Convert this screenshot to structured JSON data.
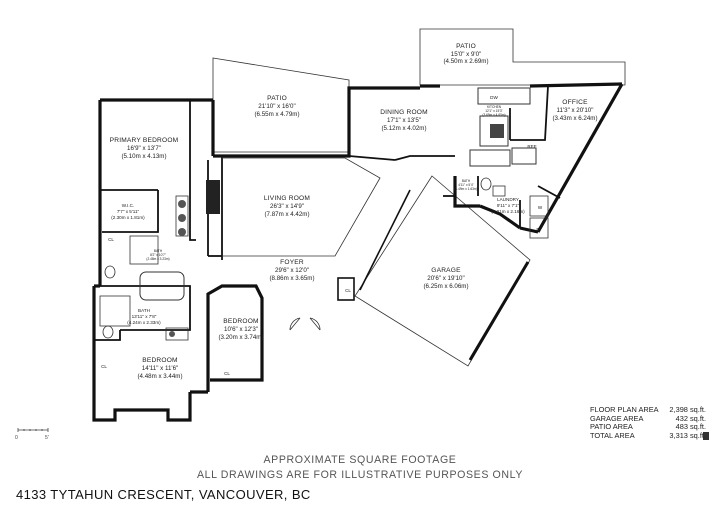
{
  "rooms": {
    "patio_top": {
      "name": "PATIO",
      "dims": "15'0\" x 9'0\"",
      "metric": "(4.50m x 2.69m)"
    },
    "patio_mid": {
      "name": "PATIO",
      "dims": "21'10\" x 16'0\"",
      "metric": "(6.55m x 4.79m)"
    },
    "dining": {
      "name": "DINING ROOM",
      "dims": "17'1\" x 13'5\"",
      "metric": "(5.12m x 4.02m)"
    },
    "office": {
      "name": "OFFICE",
      "dims": "11'3\" x 20'10\"",
      "metric": "(3.43m x 6.24m)"
    },
    "kitchen": {
      "name": "KITCHEN",
      "dims": "12'1\" x 15'3\"",
      "metric": "(3.69m x 4.65m)"
    },
    "primary_bed": {
      "name": "PRIMARY BEDROOM",
      "dims": "16'9\" x 13'7\"",
      "metric": "(5.10m x 4.13m)"
    },
    "living": {
      "name": "LIVING ROOM",
      "dims": "26'3\" x 14'9\"",
      "metric": "(7.87m x 4.42m)"
    },
    "wic": {
      "name": "W.I.C.",
      "dims": "7'7\" x 5'11\"",
      "metric": "(2.30m x 1.81m)"
    },
    "bath_ens": {
      "name": "BATH",
      "dims": "8'2\" x 10'7\"",
      "metric": "(2.48m x 3.23m)"
    },
    "laundry": {
      "name": "LAUNDRY",
      "dims": "9'11\" x 7'1\"",
      "metric": "(3.01m x 2.16m)"
    },
    "bath_small": {
      "name": "BATH",
      "dims": "4'11\" x 5'4\"",
      "metric": "(1.49m x 1.63m)"
    },
    "garage": {
      "name": "GARAGE",
      "dims": "20'6\" x 19'10\"",
      "metric": "(6.25m x 6.06m)"
    },
    "foyer": {
      "name": "FOYER",
      "dims": "29'6\" x 12'0\"",
      "metric": "(8.86m x 3.65m)"
    },
    "bath_main": {
      "name": "BATH",
      "dims": "13'11\" x 7'8\"",
      "metric": "(4.24m x 2.33m)"
    },
    "bedroom2": {
      "name": "BEDROOM",
      "dims": "10'6\" x 12'3\"",
      "metric": "(3.20m x 3.74m)"
    },
    "bedroom3": {
      "name": "BEDROOM",
      "dims": "14'11\" x 11'6\"",
      "metric": "(4.48m x 3.44m)"
    }
  },
  "fixtures": {
    "closet": "CL",
    "dishwasher": "DW",
    "refrigerator": "REF",
    "washer": "W",
    "dryer": "D"
  },
  "areas": [
    {
      "label": "FLOOR PLAN AREA",
      "value": "2,398 sq.ft."
    },
    {
      "label": "GARAGE AREA",
      "value": "432 sq.ft."
    },
    {
      "label": "PATIO AREA",
      "value": "483 sq.ft."
    },
    {
      "label": "TOTAL AREA",
      "value": "3,313 sq.ft."
    }
  ],
  "scale": {
    "start": "0",
    "end": "5'"
  },
  "footer": {
    "approx": "APPROXIMATE SQUARE FOOTAGE",
    "disclaimer": "ALL DRAWINGS ARE FOR ILLUSTRATIVE PURPOSES ONLY",
    "address": "4133 TYTAHUN CRESCENT, VANCOUVER, BC"
  }
}
